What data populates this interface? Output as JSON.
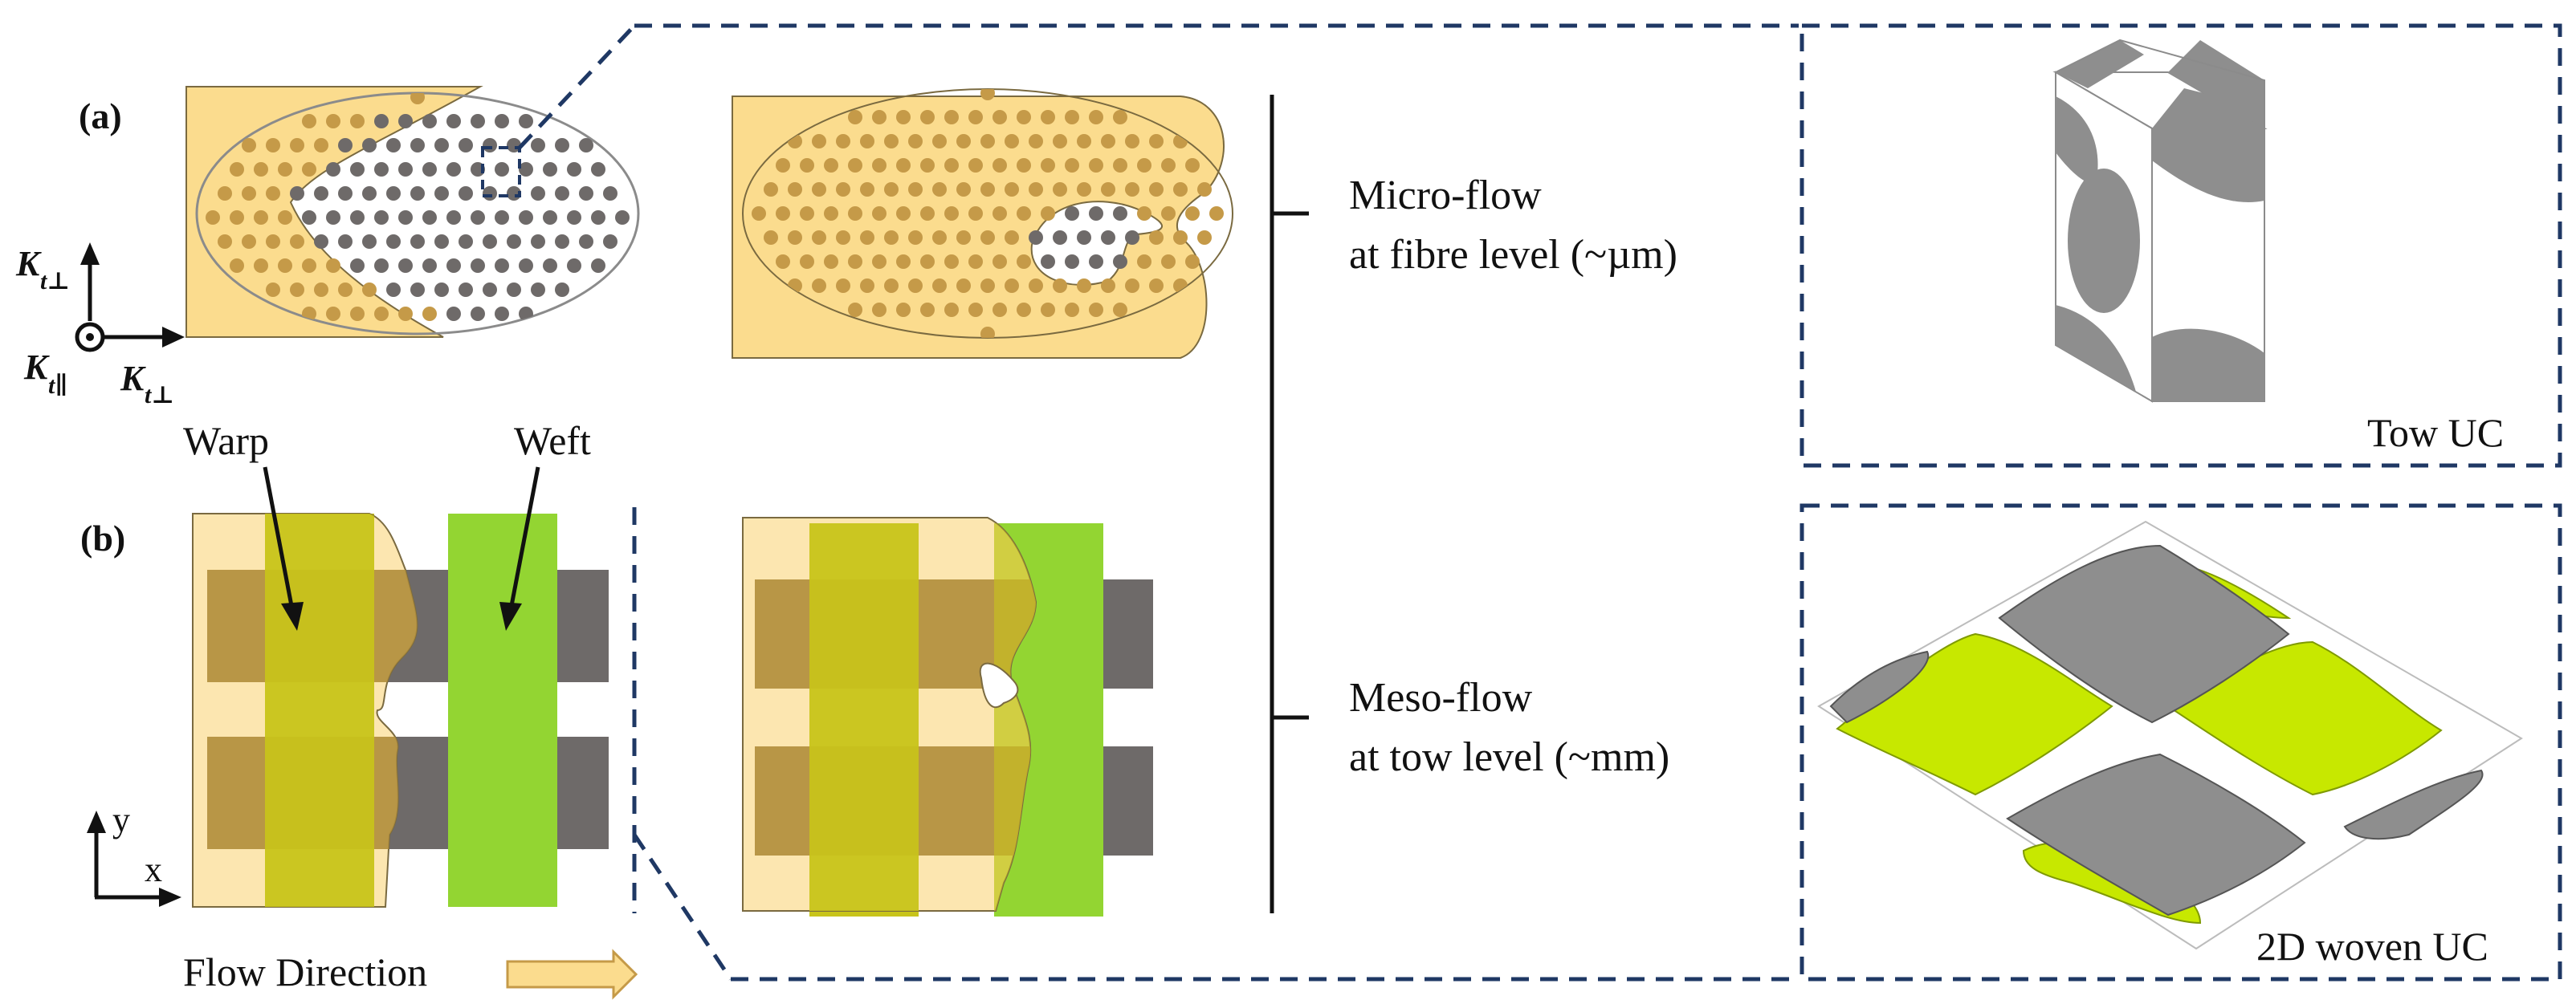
{
  "panel_a": {
    "label": "(a)",
    "axes": {
      "sym": "K",
      "sub_perp": "t⊥",
      "sub_par": "t∥"
    }
  },
  "panel_b": {
    "label": "(b)",
    "warp_label": "Warp",
    "weft_label": "Weft",
    "axis_x": "x",
    "axis_y": "y",
    "flow_label": "Flow Direction"
  },
  "scale_labels": {
    "micro_line1": "Micro-flow",
    "micro_line2": "at fibre level (~µm)",
    "meso_line1": "Meso-flow",
    "meso_line2": "at tow level (~mm)"
  },
  "insets": {
    "tow_uc": "Tow UC",
    "woven_uc": "2D woven UC"
  },
  "colors": {
    "resin": "#fbdc8e",
    "dot_resin": "#c59a48",
    "dot_dry": "#6e6a69",
    "warp": "#c8c41a",
    "warp_stripe": "#b48f3c",
    "weft": "#93d532",
    "weft_stripe": "#6e6a69",
    "dash": "#1f3864",
    "lime": "#c7e800",
    "grey3d": "#8e8e8e"
  }
}
